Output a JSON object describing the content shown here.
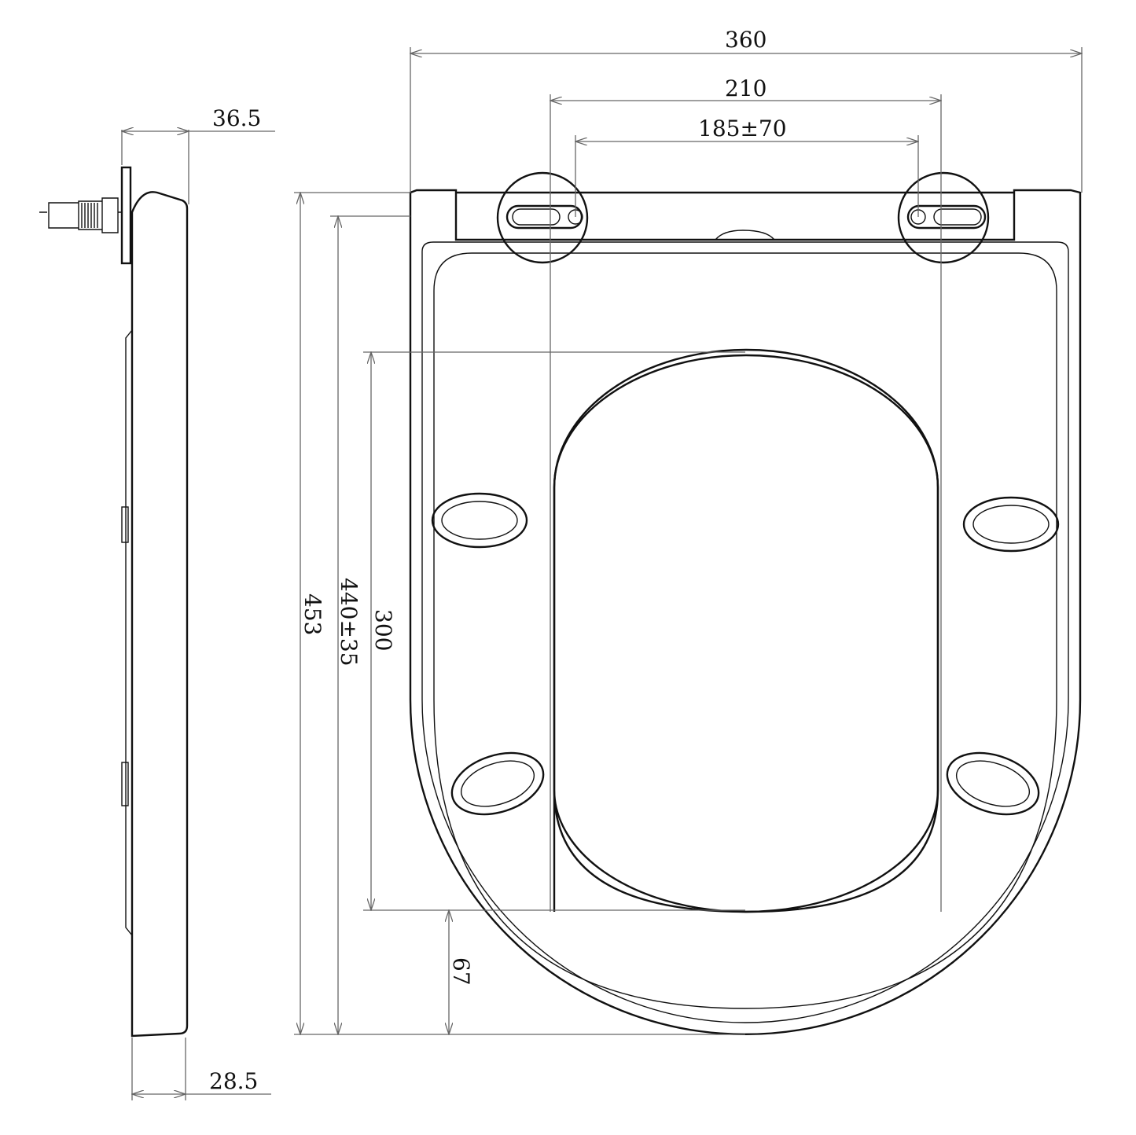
{
  "title": "Toilet seat technical drawing",
  "units": "mm",
  "dimensions": {
    "overall_width": "360",
    "hinge_outer_width": "210",
    "hinge_spacing": "185±70",
    "overall_length": "453",
    "fixing_to_front": "440±35",
    "opening_length": "300",
    "opening_to_front": "67",
    "side_top_thickness": "36.5",
    "side_bottom_thickness": "28.5"
  },
  "views": {
    "side": "Side view with hinge fixing bolt",
    "top": "Top view with D-shaped seat, central opening, four bumpers, two hinge discs"
  }
}
